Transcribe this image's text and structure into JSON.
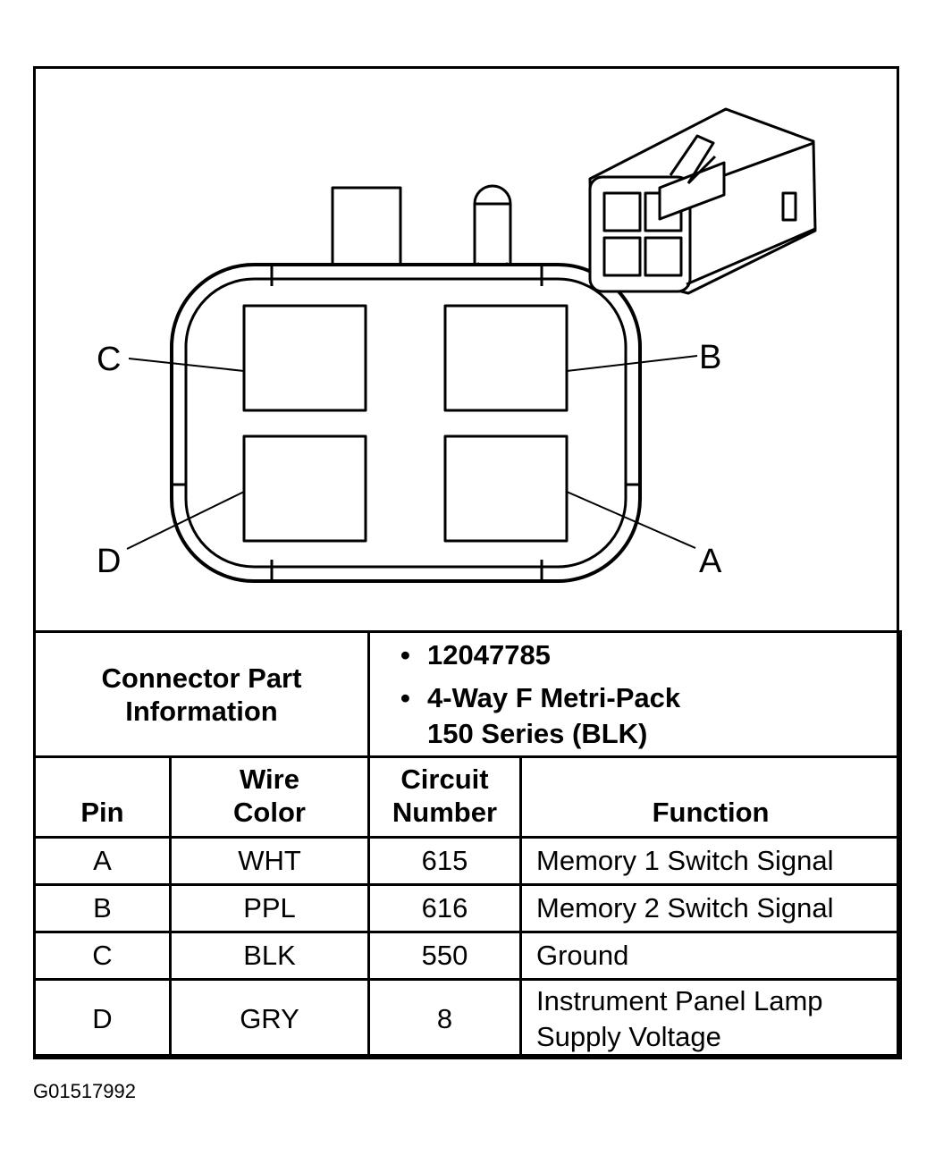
{
  "pin_labels": {
    "a": "A",
    "b": "B",
    "c": "C",
    "d": "D"
  },
  "connector_part": {
    "label": "Connector Part Information",
    "part_number": "12047785",
    "description_line1": "4-Way F Metri-Pack",
    "description_line2": "150 Series (BLK)"
  },
  "table": {
    "headers": {
      "pin": "Pin",
      "wire_color": "Wire Color",
      "circuit_number": "Circuit Number",
      "function": "Function"
    },
    "rows": [
      {
        "pin": "A",
        "wire_color": "WHT",
        "circuit": "615",
        "function": "Memory 1 Switch Signal"
      },
      {
        "pin": "B",
        "wire_color": "PPL",
        "circuit": "616",
        "function": "Memory 2 Switch Signal"
      },
      {
        "pin": "C",
        "wire_color": "BLK",
        "circuit": "550",
        "function": "Ground"
      },
      {
        "pin": "D",
        "wire_color": "GRY",
        "circuit": "8",
        "function": "Instrument Panel Lamp Supply Voltage"
      }
    ]
  },
  "figure_id": "G01517992"
}
